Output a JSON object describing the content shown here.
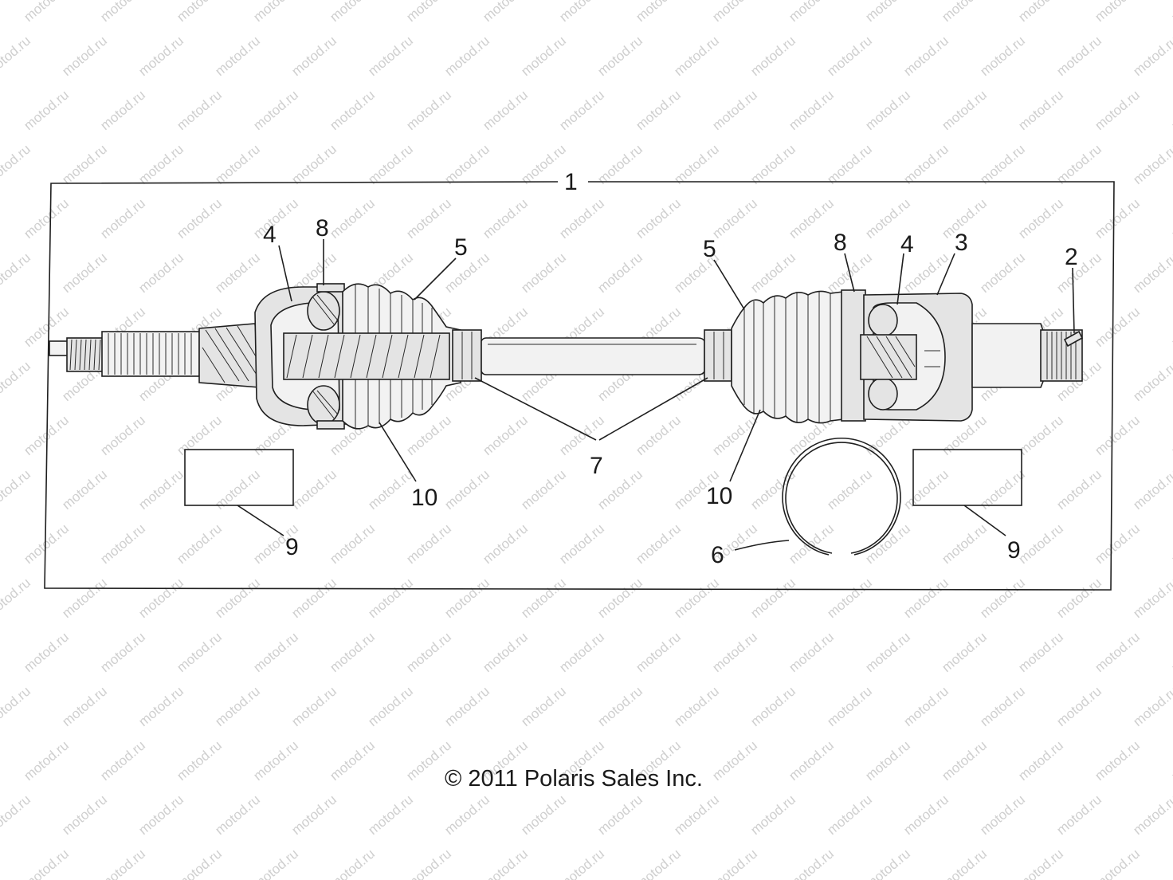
{
  "watermark": {
    "text": "motod.ru",
    "color": "#cfcfcf"
  },
  "callouts": [
    {
      "id": "1",
      "text": "1"
    },
    {
      "id": "4-left",
      "text": "4"
    },
    {
      "id": "8-left",
      "text": "8"
    },
    {
      "id": "5-left",
      "text": "5"
    },
    {
      "id": "5-right",
      "text": "5"
    },
    {
      "id": "8-right",
      "text": "8"
    },
    {
      "id": "4-right",
      "text": "4"
    },
    {
      "id": "3",
      "text": "3"
    },
    {
      "id": "2",
      "text": "2"
    },
    {
      "id": "10-left",
      "text": "10"
    },
    {
      "id": "7",
      "text": "7"
    },
    {
      "id": "10-right",
      "text": "10"
    },
    {
      "id": "9-left",
      "text": "9"
    },
    {
      "id": "6",
      "text": "6"
    },
    {
      "id": "9-right",
      "text": "9"
    }
  ],
  "copyright": "© 2011 Polaris Sales Inc."
}
